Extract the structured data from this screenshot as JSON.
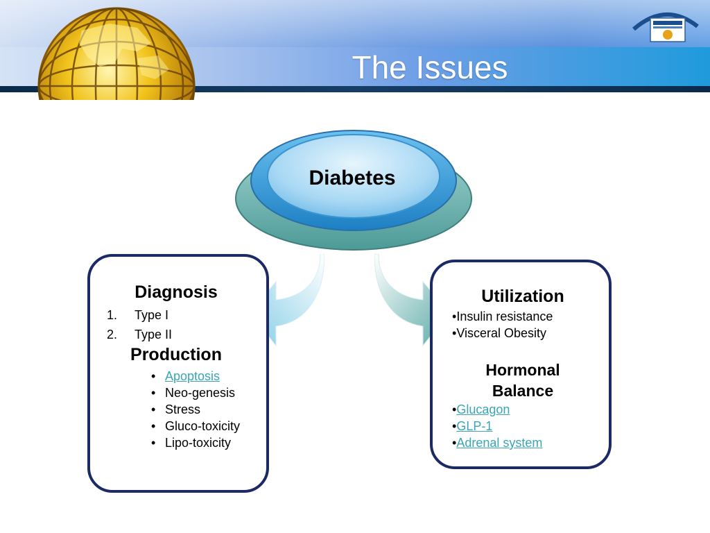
{
  "slide": {
    "title": "The Issues"
  },
  "colors": {
    "box_border": "#1b2a63",
    "link": "#3aa5b5",
    "header_rule": "#0b2a4a",
    "hub_outer": "#6fb6b4",
    "hub_inner": "#3c97d4"
  },
  "icons": {
    "globe": "globe-icon",
    "logo": "hope-logo-icon"
  },
  "hub": {
    "label": "Diabetes"
  },
  "left_box": {
    "heading_diagnosis": "Diagnosis",
    "diagnosis_items": [
      {
        "marker": "1.",
        "text": "Type I"
      },
      {
        "marker": "2.",
        "text": "Type II"
      }
    ],
    "heading_production": "Production",
    "production_items": [
      {
        "marker": "•",
        "text": "Apoptosis",
        "link": true
      },
      {
        "marker": "•",
        "text": "Neo-genesis",
        "link": false
      },
      {
        "marker": "•",
        "text": "Stress",
        "link": false
      },
      {
        "marker": "•",
        "text": "Gluco-toxicity",
        "link": false
      },
      {
        "marker": "•",
        "text": "Lipo-toxicity",
        "link": false
      }
    ]
  },
  "right_box": {
    "heading_utilization": "Utilization",
    "utilization_items": [
      {
        "marker": "•",
        "text": "Insulin resistance",
        "link": false
      },
      {
        "marker": "•",
        "text": "Visceral Obesity",
        "link": false
      }
    ],
    "heading_hormonal_line1": "Hormonal",
    "heading_hormonal_line2": "Balance",
    "hormonal_items": [
      {
        "marker": "•",
        "text": "Glucagon",
        "link": true
      },
      {
        "marker": "•",
        "text": "GLP-1",
        "link": true
      },
      {
        "marker": "•",
        "text": "Adrenal system",
        "link": true
      }
    ]
  }
}
